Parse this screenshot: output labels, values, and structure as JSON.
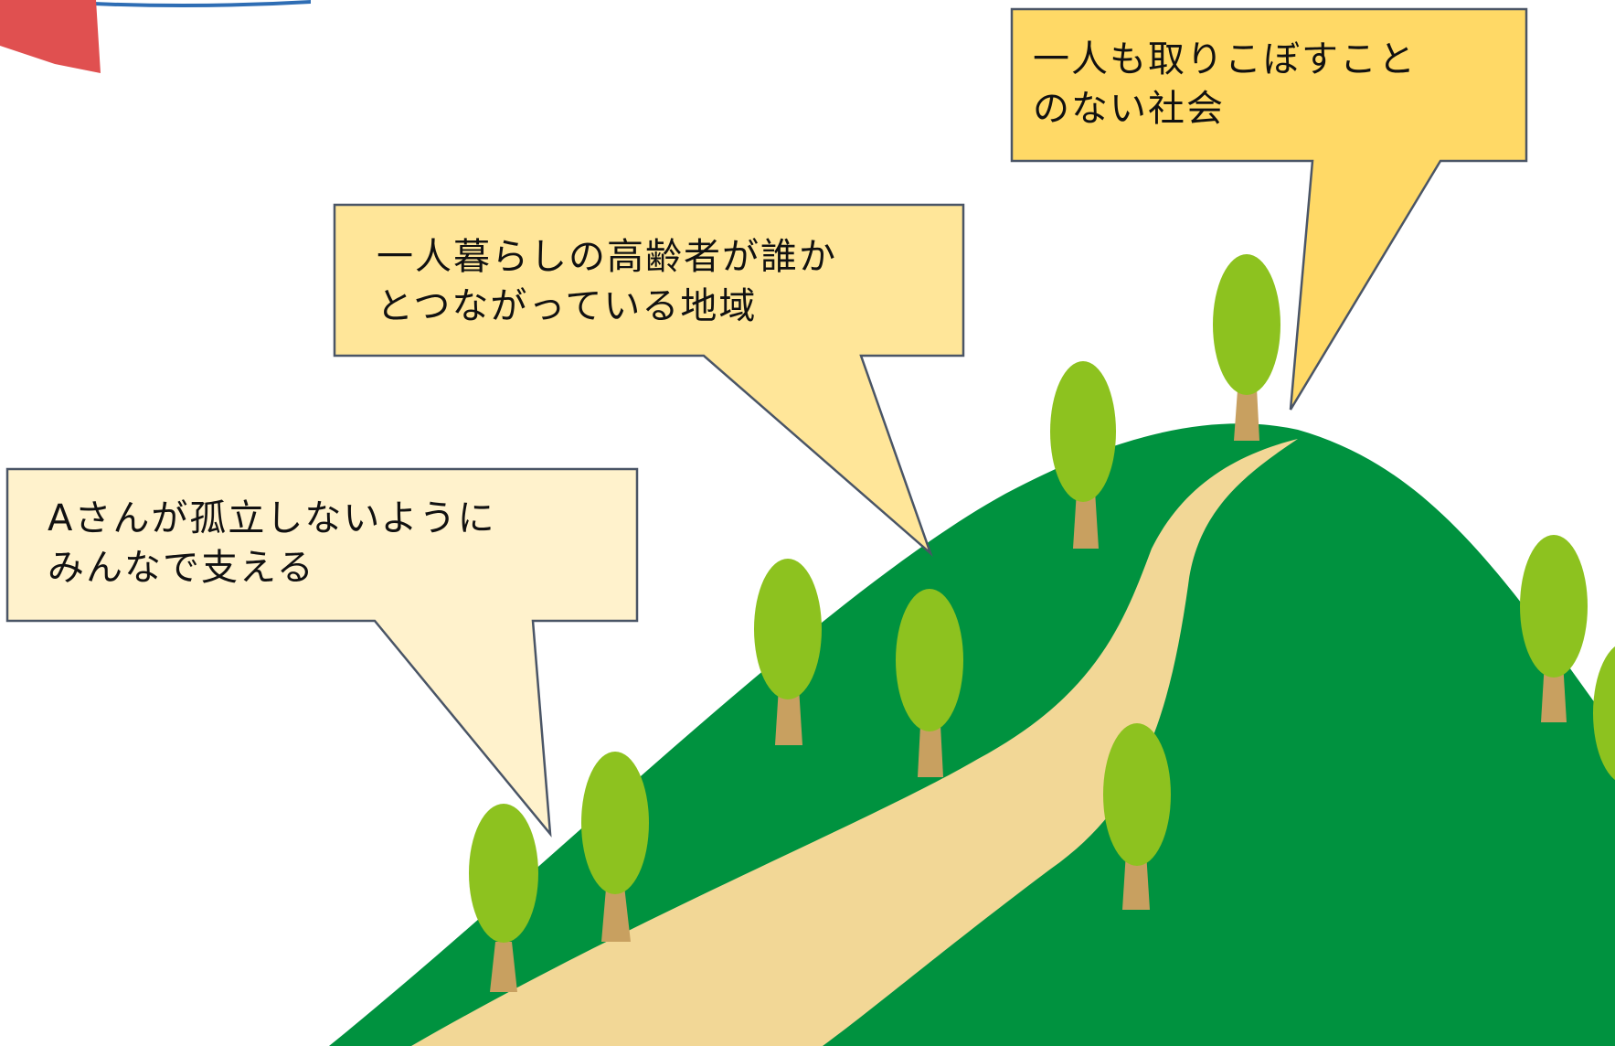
{
  "bubbles": [
    {
      "id": "bubble-a",
      "lines": [
        "Aさんが孤立しないように",
        "みんなで支える"
      ],
      "fill": "#FFF2CC"
    },
    {
      "id": "bubble-b",
      "lines": [
        "一人暮らしの高齢者が誰か",
        "とつながっている地域"
      ],
      "fill": "#FFE699"
    },
    {
      "id": "bubble-c",
      "lines": [
        "一人も取りこぼすこと",
        "のない社会"
      ],
      "fill": "#FFD966"
    }
  ],
  "colors": {
    "hill": "#00923F",
    "path": "#F2D796",
    "tree_foliage": "#8DC21F",
    "tree_trunk": "#C8A060",
    "bubble_border": "#4A5566",
    "banner_red": "#E05050",
    "banner_blue": "#2E6DB4"
  },
  "icons": [
    "tree-icon",
    "hill-illustration",
    "banner-decoration"
  ]
}
